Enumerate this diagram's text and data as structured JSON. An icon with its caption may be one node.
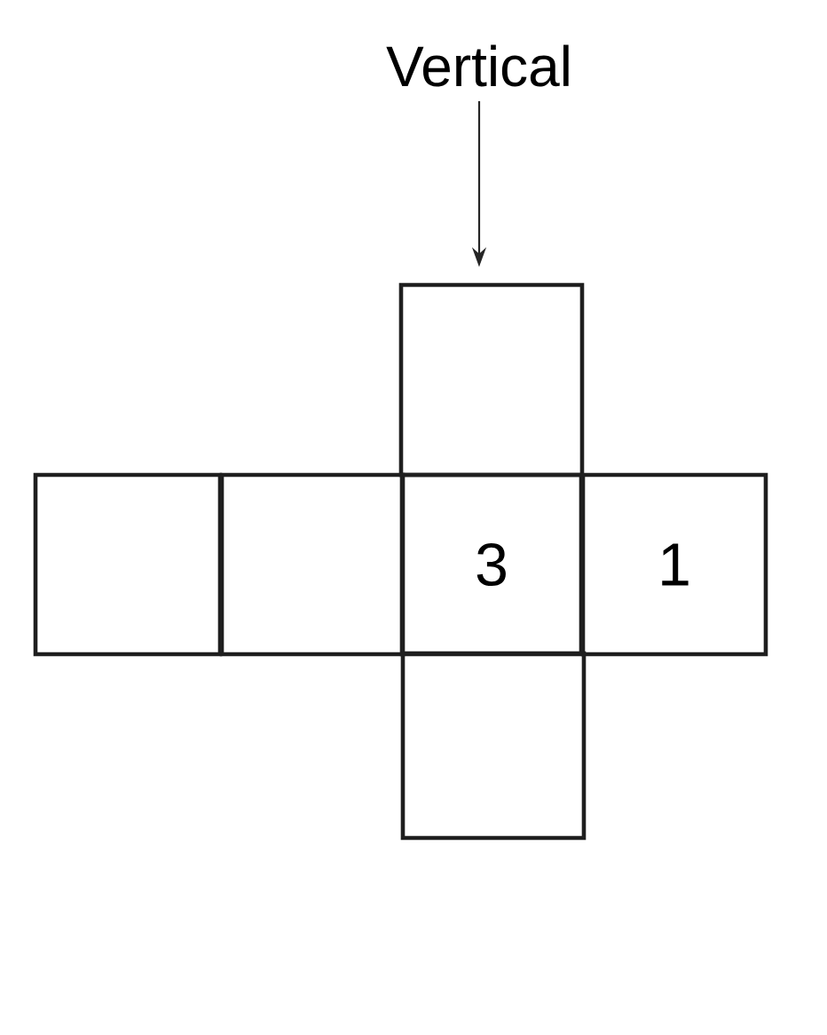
{
  "diagram": {
    "nodes": [
      {
        "text": [
          "Vertical"
        ]
      },
      {
        "text": [],
        "shape": "box"
      },
      {
        "text": [],
        "shape": "box"
      },
      {
        "text": [],
        "shape": "box"
      },
      {
        "text": [
          "3"
        ]
      },
      {
        "text": [
          "1"
        ]
      },
      {
        "text": [],
        "shape": "box"
      }
    ],
    "edges": [
      {
        "from": 0,
        "to": 1,
        "arrow": "to"
      }
    ]
  }
}
